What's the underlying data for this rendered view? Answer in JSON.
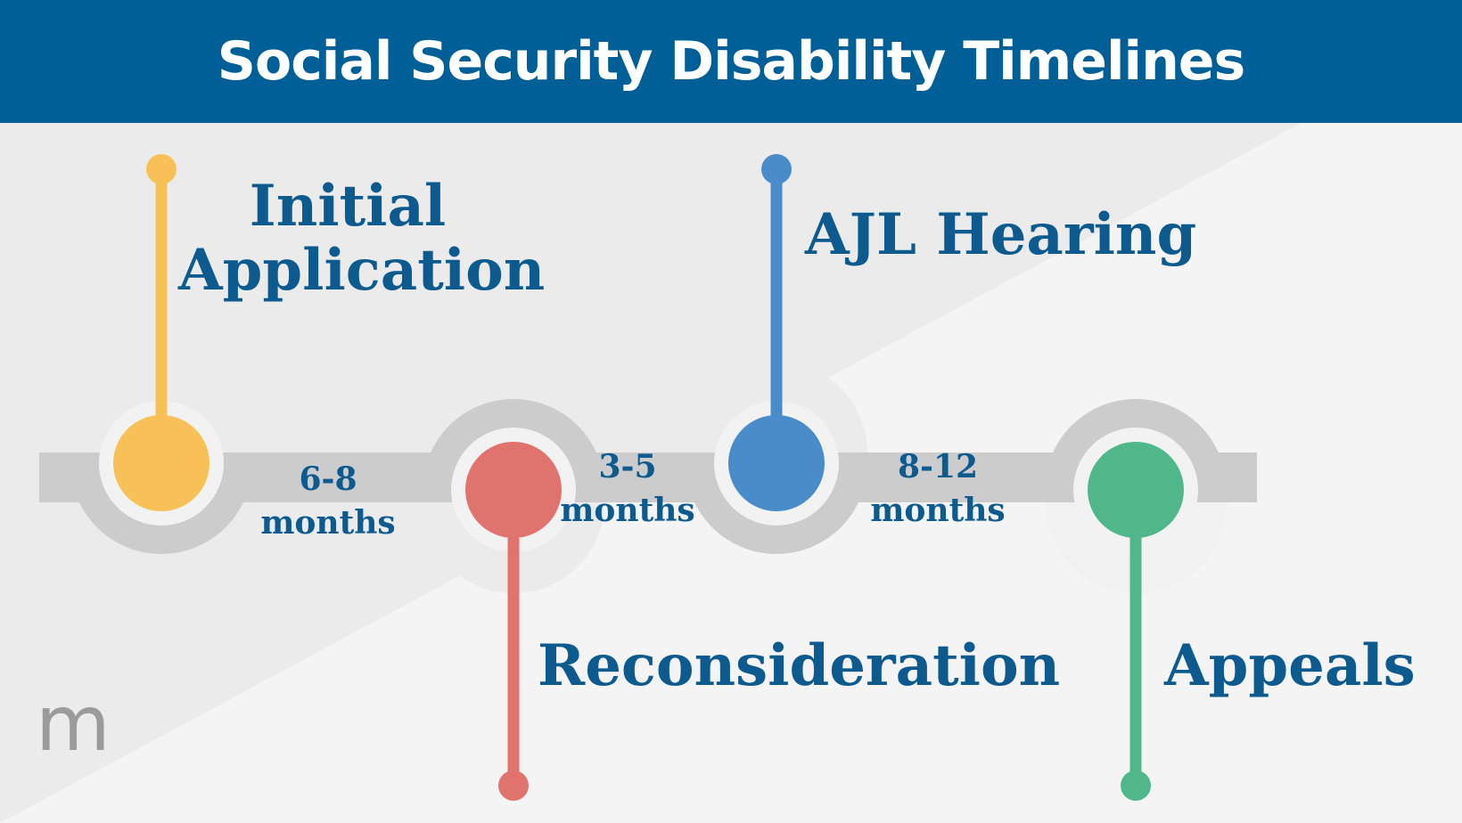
{
  "header": {
    "title": "Social Security Disability Timelines"
  },
  "stages": [
    {
      "label_line1": "Initial",
      "label_line2": "Application",
      "color": "#f8c158"
    },
    {
      "label": "Reconsideration",
      "color": "#e0736d"
    },
    {
      "label": "AJL Hearing",
      "color": "#4a8bc9"
    },
    {
      "label": "Appeals",
      "color": "#50b78a"
    }
  ],
  "durations": [
    {
      "line1": "6-8",
      "line2": "months"
    },
    {
      "line1": "3-5",
      "line2": "months"
    },
    {
      "line1": "8-12",
      "line2": "months"
    }
  ],
  "colors": {
    "header": "#005f96",
    "text": "#0d5a8f",
    "track": "#cccccc"
  },
  "logo": {
    "text": "m"
  }
}
